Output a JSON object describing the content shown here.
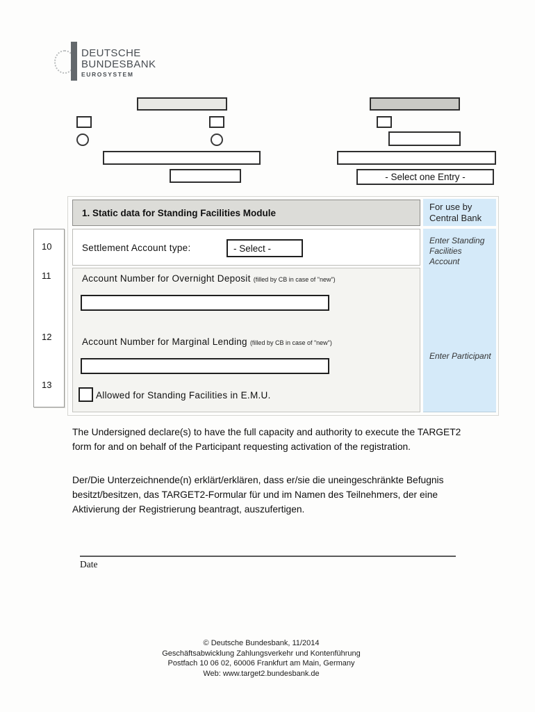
{
  "logo": {
    "line1": "DEUTSCHE",
    "line2": "BUNDESBANK",
    "line3": "EUROSYSTEM"
  },
  "top_form": {
    "entry_select_value": "- Select one Entry -"
  },
  "table": {
    "header": "1. Static data for Standing Facilities Module",
    "cb_column_header": "For use by Central Bank",
    "cb_note_standing": "Enter Standing Facilities Account",
    "cb_note_participant": "Enter Participant",
    "rows": [
      {
        "num": "10",
        "label": "Settlement Account type:",
        "select_value": "- Select -"
      },
      {
        "num": "11",
        "label": "Account Number for Overnight Deposit",
        "hint": "(filled by CB in case of \"new\")",
        "input_value": ""
      },
      {
        "num": "12",
        "label": "Account Number for Marginal Lending",
        "hint": "(filled by CB in case of \"new\")",
        "input_value": ""
      },
      {
        "num": "13",
        "label": "Allowed for Standing Facilities in E.M.U.",
        "checked": false
      }
    ]
  },
  "declaration_en": "The Undersigned declare(s) to have the full capacity and authority to execute the TARGET2 form for and on behalf of the Participant requesting activation of the registration.",
  "declaration_de": "Der/Die Unterzeichnende(n) erklärt/erklären, dass er/sie die uneingeschränkte Befugnis besitzt/besitzen, das TARGET2-Formular für und im Namen des Teilnehmers, der eine Aktivierung der Registrierung beantragt, auszufertigen.",
  "signature": {
    "date_label": "Date"
  },
  "footer": {
    "line1": "© Deutsche Bundesbank, 11/2014",
    "line2": "Geschäftsabwicklung Zahlungsverkehr und Kontenführung",
    "line3": "Postfach 10 06 02, 60006 Frankfurt am Main, Germany",
    "line4": "Web: www.target2.bundesbank.de"
  },
  "colors": {
    "cb_column_blue": "#d5eaf9",
    "header_gray": "#dcdcd8",
    "rows_gray": "#f4f4f1",
    "bar_light": "#e9e9e5",
    "bar_dark": "#c9c9c5"
  }
}
